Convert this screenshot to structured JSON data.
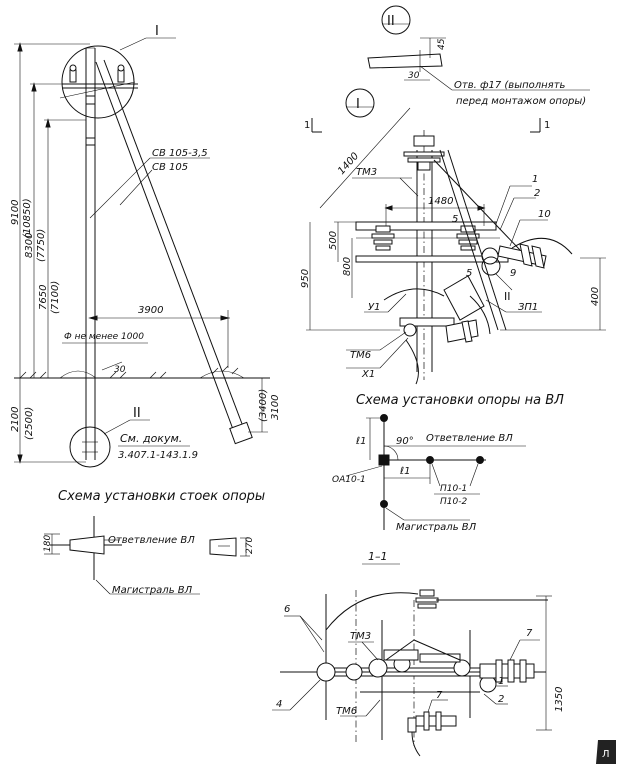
{
  "view_markers": {
    "detail_I_top": "I",
    "detail_I_right": "I",
    "detail_II_top": "II",
    "detail_II_bottom": "II",
    "detail_II_right": "II",
    "section_left": "1",
    "section_right": "1"
  },
  "left_view": {
    "dimensions": {
      "h_9100": "9100",
      "h_10850": "(10850)",
      "h_8300": "8300",
      "h_7750": "(7750)",
      "h_7650": "7650",
      "h_7100": "(7100)",
      "h_2100": "2100",
      "h_2500": "(2500)",
      "h_3100": "3100",
      "h_3400": "(3400)",
      "w_3900": "3900",
      "d_30": "30"
    },
    "labels": {
      "post_type_1": "СВ 105-3,5",
      "post_type_2": "СВ 105",
      "min_distance": "Ф не менее 1000",
      "doc_ref_1": "См. докум.",
      "doc_ref_2": "3.407.1-143.1.9"
    }
  },
  "detail_II": {
    "dim_45": "45",
    "dim_30": "30",
    "note_1": "Отв. ф17 (выполнять",
    "note_2": "перед монтажом опоры)"
  },
  "detail_I": {
    "labels": {
      "tm3": "ТМ3",
      "tm6": "ТМ6",
      "y1": "У1",
      "x1": "Х1",
      "zp1": "ЗП1",
      "n1": "1",
      "n2": "2",
      "n5a": "5",
      "n5b": "5",
      "n9": "9",
      "n10": "10"
    },
    "dimensions": {
      "d_1400": "1400",
      "d_1480": "1480",
      "d_500": "500",
      "d_800": "800",
      "d_950": "950",
      "d_400": "400"
    }
  },
  "line_scheme": {
    "title": "Схема установки опоры на ВЛ",
    "branch_label": "Ответвление ВЛ",
    "main_label": "Магистраль ВЛ",
    "support_code": "ОА10-1",
    "support_codes": "П10-1",
    "support_codes_2": "П10-2",
    "l1_a": "ℓ1",
    "l1_b": "ℓ1",
    "angle": "90°"
  },
  "post_scheme": {
    "title": "Схема установки стоек опоры",
    "branch_label": "Ответвление ВЛ",
    "main_label": "Магистраль ВЛ",
    "dim_180": "180",
    "dim_270": "270"
  },
  "section_1_1": {
    "title": "1–1",
    "labels": {
      "n6": "6",
      "n4": "4",
      "n7a": "7",
      "n7b": "7",
      "n1": "1",
      "n2": "2",
      "tm3": "ТМ3",
      "tm6": "ТМ6"
    },
    "dim_1350": "1350"
  },
  "watermark": "Л"
}
